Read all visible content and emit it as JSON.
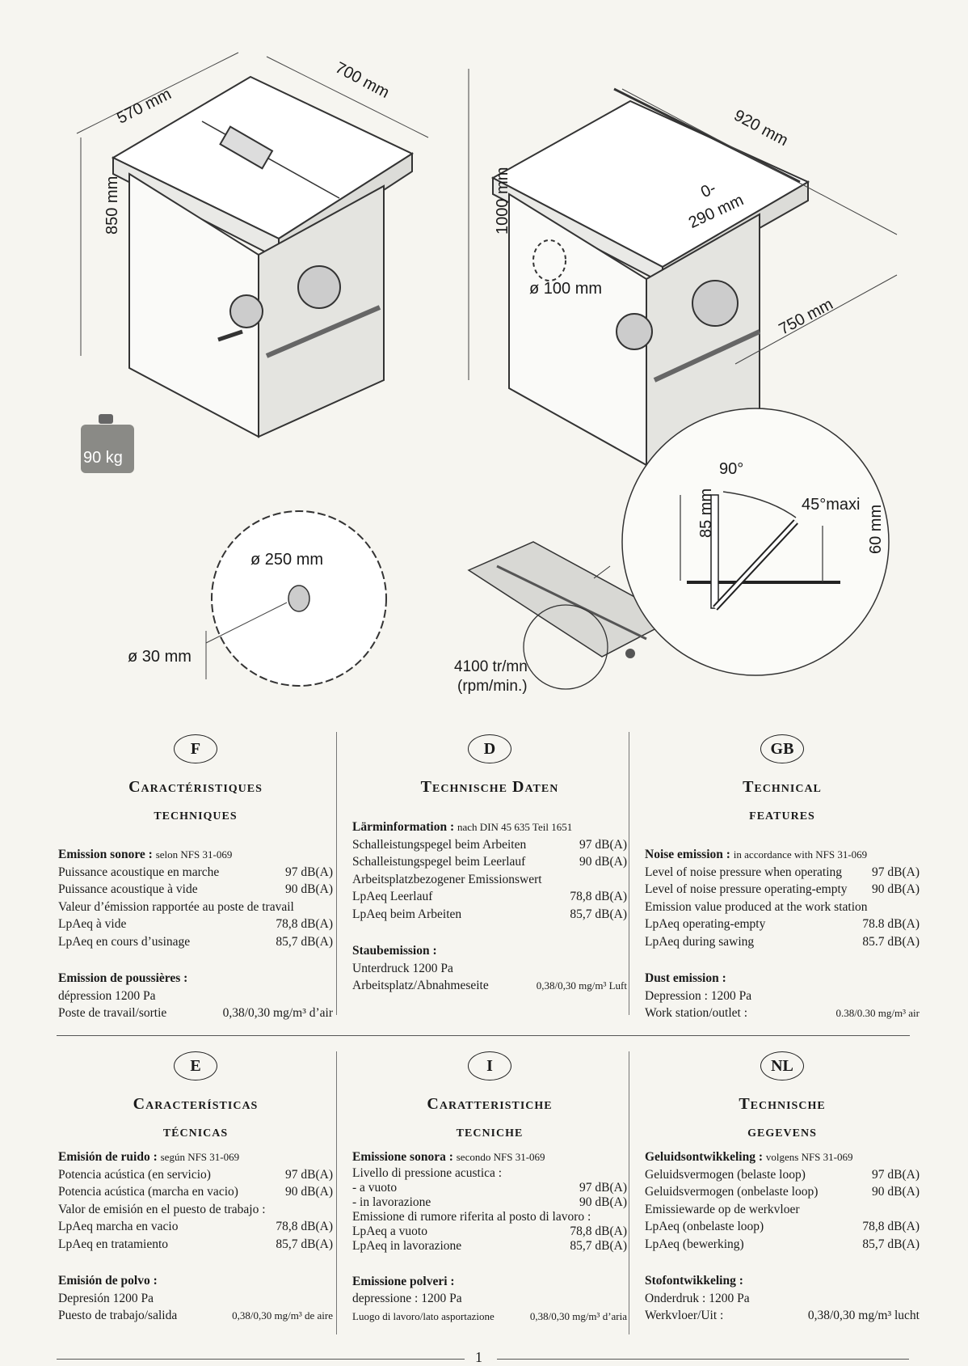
{
  "diagram": {
    "left_width": "570 mm",
    "left_depth": "700 mm",
    "left_height": "850 mm",
    "weight": "90 kg",
    "right_depth": "920 mm",
    "right_range_a": "0-",
    "right_range_b": "290 mm",
    "right_height": "1000 mm",
    "right_port": "ø 100 mm",
    "right_width": "750 mm",
    "blade_diameter": "ø 250 mm",
    "bore_diameter": "ø 30 mm",
    "speed_a": "4100 tr/mn",
    "speed_b": "(rpm/min.)",
    "angle_90": "90°",
    "angle_45": "45°maxi",
    "cut_85": "85 mm",
    "cut_60": "60 mm"
  },
  "columns": {
    "F": {
      "badge": "F",
      "title1": "Caractéristiques",
      "title2": "techniques",
      "noise_head": "Emission sonore :",
      "noise_ref": "selon NFS 31-069",
      "rows": [
        {
          "label": "Puissance acoustique en marche",
          "value": "97 dB(A)"
        },
        {
          "label": "Puissance acoustique à vide",
          "value": "90 dB(A)"
        },
        {
          "label": "Valeur d’émission rapportée au poste de travail",
          "value": ""
        },
        {
          "label": "LpAeq à vide",
          "value": "78,8 dB(A)"
        },
        {
          "label": "LpAeq en cours d’usinage",
          "value": "85,7 dB(A)"
        }
      ],
      "dust_head": "Emission de poussières :",
      "dust1": "dépression 1200 Pa",
      "dust2_label": "Poste de travail/sortie",
      "dust2_value": "0,38/0,30 mg/m³ d’air"
    },
    "D": {
      "badge": "D",
      "title1": "Technische Daten",
      "title2": "",
      "noise_head": "Lärminformation :",
      "noise_ref": "nach DIN 45 635 Teil 1651",
      "rows": [
        {
          "label": "Schalleistungspegel beim Arbeiten",
          "value": "97 dB(A)"
        },
        {
          "label": "Schalleistungspegel beim Leerlauf",
          "value": "90 dB(A)"
        },
        {
          "label": "Arbeitsplatzbezogener Emissionswert",
          "value": ""
        },
        {
          "label": "LpAeq Leerlauf",
          "value": "78,8 dB(A)"
        },
        {
          "label": "LpAeq beim Arbeiten",
          "value": "85,7 dB(A)"
        }
      ],
      "dust_head": "Staubemission :",
      "dust1": "Unterdruck 1200 Pa",
      "dust2_label": "Arbeitsplatz/Abnahmeseite",
      "dust2_value": "0,38/0,30 mg/m³ Luft"
    },
    "GB": {
      "badge": "GB",
      "title1": "Technical",
      "title2": "features",
      "noise_head": "Noise emission :",
      "noise_ref": "in accordance with NFS 31-069",
      "rows": [
        {
          "label": "Level of noise pressure when operating",
          "value": "97 dB(A)"
        },
        {
          "label": "Level of noise pressure operating-empty",
          "value": "90 dB(A)"
        },
        {
          "label": "Emission value produced at the work station",
          "value": ""
        },
        {
          "label": "LpAeq operating-empty",
          "value": "78.8 dB(A)"
        },
        {
          "label": "LpAeq during sawing",
          "value": "85.7 dB(A)"
        }
      ],
      "dust_head": "Dust emission :",
      "dust1": "Depression : 1200 Pa",
      "dust2_label": "Work station/outlet :",
      "dust2_value": "0.38/0.30 mg/m³ air"
    },
    "E": {
      "badge": "E",
      "title1": "Caracterísτicas",
      "title2": "técnicas",
      "noise_head": "Emisión de ruido :",
      "noise_ref": "según NFS 31-069",
      "rows": [
        {
          "label": "Potencia acústica (en servicio)",
          "value": "97 dB(A)"
        },
        {
          "label": "Potencia acústica (marcha en vacio)",
          "value": "90 dB(A)"
        },
        {
          "label": "Valor de emisión en el puesto de trabajo :",
          "value": ""
        },
        {
          "label": "LpAeq marcha en vacio",
          "value": "78,8 dB(A)"
        },
        {
          "label": "LpAeq en tratamiento",
          "value": "85,7 dB(A)"
        }
      ],
      "dust_head": "Emisión de polvo :",
      "dust1": "Depresión 1200 Pa",
      "dust2_label": "Puesto de trabajo/salida",
      "dust2_value": "0,38/0,30 mg/m³ de aire"
    },
    "I": {
      "badge": "I",
      "title1": "Caratteristiche",
      "title2": "tecniche",
      "noise_head": "Emissione sonora :",
      "noise_ref": "secondo NFS 31-069",
      "rows": [
        {
          "label": "Livello di pressione acustica :",
          "value": ""
        },
        {
          "label": "- a vuoto",
          "value": "97 dB(A)"
        },
        {
          "label": "- in lavorazione",
          "value": "90 dB(A)"
        },
        {
          "label": "Emissione di rumore riferita al posto di lavoro :",
          "value": ""
        },
        {
          "label": "LpAeq a vuoto",
          "value": "78,8 dB(A)"
        },
        {
          "label": "LpAeq in lavorazione",
          "value": "85,7 dB(A)"
        }
      ],
      "dust_head": "Emissione polveri :",
      "dust1": "depressione : 1200 Pa",
      "dust2_label": "Luogo di lavoro/lato asportazione",
      "dust2_value": "0,38/0,30 mg/m³ d’aria"
    },
    "NL": {
      "badge": "NL",
      "title1": "Technische",
      "title2": "gegevens",
      "noise_head": "Geluidsontwikkeling :",
      "noise_ref": "volgens NFS 31-069",
      "rows": [
        {
          "label": "Geluidsvermogen (belaste loop)",
          "value": "97 dB(A)"
        },
        {
          "label": "Geluidsvermogen (onbelaste loop)",
          "value": "90 dB(A)"
        },
        {
          "label": "Emissiewarde op de werkvloer",
          "value": ""
        },
        {
          "label": "LpAeq (onbelaste loop)",
          "value": "78,8 dB(A)"
        },
        {
          "label": "LpAeq (bewerking)",
          "value": "85,7 dB(A)"
        }
      ],
      "dust_head": "Stofontwikkeling :",
      "dust1": "Onderdruk : 1200 Pa",
      "dust2_label": "Werkvloer/Uit :",
      "dust2_value": "0,38/0,30 mg/m³ lucht"
    }
  },
  "page_number": "1"
}
